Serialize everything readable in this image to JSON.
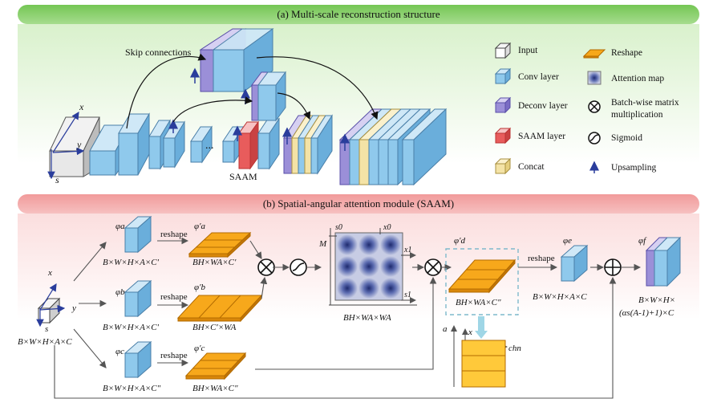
{
  "panel_a": {
    "title": "(a) Multi-scale reconstruction structure",
    "skip_label": "Skip connections",
    "saam_label": "SAAM",
    "axis_x": "x",
    "axis_y": "y",
    "axis_s": "s",
    "dots": "..."
  },
  "legend": [
    {
      "name": "input",
      "label": "Input"
    },
    {
      "name": "conv-layer",
      "label": "Conv layer"
    },
    {
      "name": "deconv-layer",
      "label": "Deconv layer"
    },
    {
      "name": "saam-layer",
      "label": "SAAM layer"
    },
    {
      "name": "concat",
      "label": "Concat"
    },
    {
      "name": "reshape",
      "label": "Reshape"
    },
    {
      "name": "attention-map",
      "label": "Attention map"
    },
    {
      "name": "matmul",
      "label": "Batch-wise matrix",
      "label2": "multiplication"
    },
    {
      "name": "sigmoid",
      "label": "Sigmoid"
    },
    {
      "name": "upsampling",
      "label": "Upsampling"
    }
  ],
  "panel_b": {
    "title": "(b) Spatial-angular attention module (SAAM)",
    "input_dims": "B×W×H×A×C",
    "axis_x": "x",
    "axis_y": "y",
    "axis_s": "s",
    "phi_a": "φa",
    "phi_b": "φb",
    "phi_c": "φc",
    "phi_a_dims": "B×W×H×A×C′",
    "phi_b_dims": "B×W×H×A×C′",
    "phi_c_dims": "B×W×H×A×C″",
    "reshape": "reshape",
    "phi_a_prime": "φ′a",
    "phi_b_prime": "φ′b",
    "phi_c_prime": "φ′c",
    "phi_a_prime_dims": "BH×WA×C′",
    "phi_b_prime_dims": "BH×C′×WA",
    "phi_c_prime_dims": "BH×WA×C″",
    "attn_M": "M",
    "attn_s0": "s0",
    "attn_x0": "x0",
    "attn_x1": "x1",
    "attn_s1": "s1",
    "attn_dims": "BH×WA×WA",
    "phi_d_prime": "φ′d",
    "phi_d_prime_dims": "BH×WA×C″",
    "phi_e": "φe",
    "phi_e_dims": "B×W×H×A×C",
    "phi_f": "φf",
    "phi_f_dims_1": "B×W×H×",
    "phi_f_dims_2": "(αs(A-1)+1)×C",
    "slice_a": "a",
    "slice_x": "x",
    "slice_chn": "chn"
  },
  "colors": {
    "conv": "#8fc9ec",
    "deconv": "#9b8fd8",
    "saam": "#e85c5c",
    "concat": "#f4e3a6",
    "reshape": "#f7a81b",
    "input": "#d9d9d9",
    "arrow_up": "#2a3d9c",
    "green_banner": "#7fcc5e",
    "red_banner": "#f3a7a7"
  }
}
